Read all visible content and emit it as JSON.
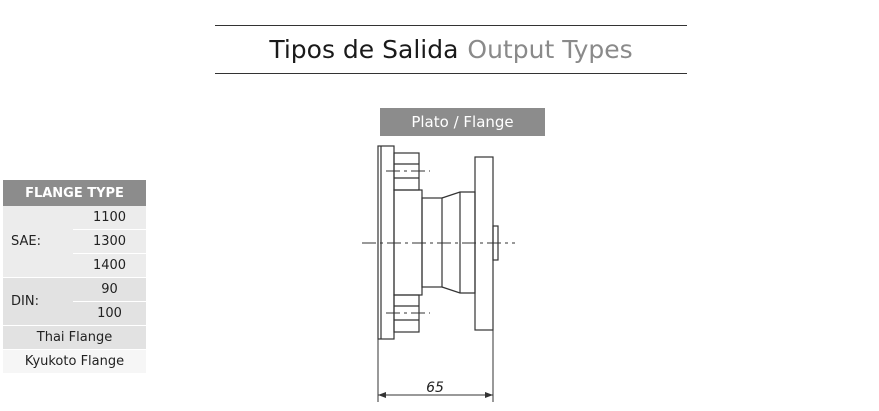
{
  "header": {
    "title_es": "Tipos de Salida",
    "title_en": "Output Types"
  },
  "output_type": {
    "label": "Plato / Flange"
  },
  "flange_table": {
    "header": "FLANGE TYPE",
    "sae_label": "SAE:",
    "sae_values": [
      "1100",
      "1300",
      "1400"
    ],
    "din_label": "DIN:",
    "din_values": [
      "90",
      "100"
    ],
    "thai": "Thai Flange",
    "kyukoto": "Kyukoto Flange"
  },
  "drawing": {
    "dimension": "65"
  }
}
